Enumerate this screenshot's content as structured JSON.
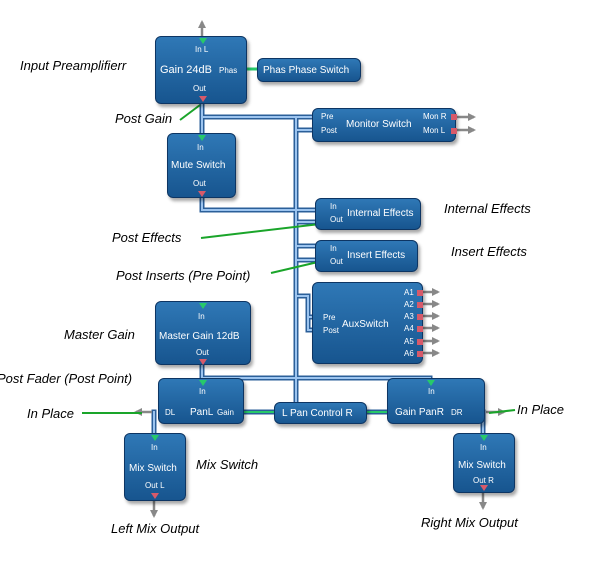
{
  "captions": {
    "input_preamp": "Input Preamplifierr",
    "post_gain": "Post Gain",
    "internal_effects": "Internal Effects",
    "post_effects": "Post Effects",
    "insert_effects": "Insert Effects",
    "post_inserts": "Post Inserts (Pre Point)",
    "master_gain": "Master Gain",
    "post_fader": "Post Fader (Post Point)",
    "in_place_left": "In Place",
    "in_place_right": "In Place",
    "mix_switch": "Mix Switch",
    "left_mix_output": "Left Mix Output",
    "right_mix_output": "Right Mix Output"
  },
  "blocks": {
    "gain": {
      "in": "In L",
      "label": "Gain 24dB",
      "phas": "Phas",
      "out": "Out"
    },
    "phase": {
      "label": "Phas Phase Switch"
    },
    "monitor": {
      "pre": "Pre",
      "post": "Post",
      "label": "Monitor Switch",
      "monr": "Mon R",
      "monl": "Mon L"
    },
    "mute": {
      "in": "In",
      "label": "Mute Switch",
      "out": "Out"
    },
    "internal": {
      "in": "In",
      "out": "Out",
      "label": "Internal Effects"
    },
    "insert": {
      "in": "In",
      "out": "Out",
      "label": "Insert Effects"
    },
    "aux": {
      "pre": "Pre",
      "post": "Post",
      "label": "AuxSwitch",
      "outs": [
        "A1",
        "A2",
        "A3",
        "A4",
        "A5",
        "A6"
      ]
    },
    "master": {
      "in": "In",
      "label": "Master Gain 12dB",
      "out": "Out"
    },
    "panl": {
      "in": "In",
      "dl": "DL",
      "label": "PanL",
      "gain": "Gain"
    },
    "pancontrol": {
      "label": "L Pan Control R"
    },
    "panr": {
      "in": "In",
      "label": "Gain PanR",
      "dr": "DR"
    },
    "mixl": {
      "in": "In",
      "label": "Mix Switch",
      "out": "Out L"
    },
    "mixr": {
      "in": "In",
      "label": "Mix Switch",
      "out": "Out R"
    }
  },
  "colors": {
    "block": "#1f66a6",
    "wire": "#4f90d6",
    "callout": "#1aa52a",
    "port_in": "#27c96a",
    "port_out": "#d75a6a",
    "arrow": "#7a7a7a"
  }
}
